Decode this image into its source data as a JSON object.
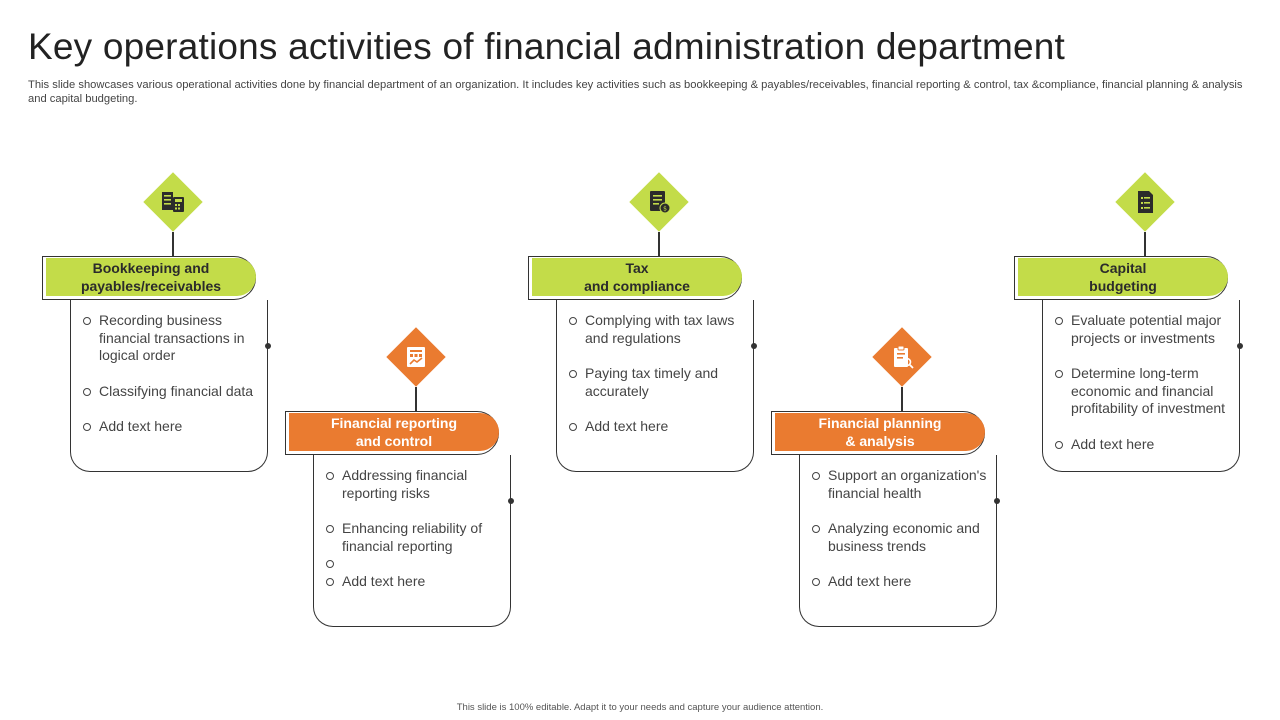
{
  "slide": {
    "title": "Key operations activities of financial administration department",
    "subtitle": "This slide showcases various operational activities done by financial department of an organization. It includes key activities such as  bookkeeping & payables/receivables, financial reporting & control, tax &compliance, financial planning & analysis and capital budgeting.",
    "footer": "This slide is 100% editable.  Adapt it to your needs and capture your audience attention."
  },
  "colors": {
    "green": "#c3dc49",
    "orange": "#ea7b30",
    "outline": "#333333"
  },
  "activities": [
    {
      "heading": "Bookkeeping and\npayables/receivables",
      "icon": "ledger-calculator-icon",
      "color": "green",
      "bullets": [
        "Recording business financial transactions in logical order",
        "Classifying financial data",
        "Add text here"
      ]
    },
    {
      "heading": "Financial reporting\nand control",
      "icon": "financial-report-icon",
      "color": "orange",
      "bullets": [
        "Addressing financial reporting risks",
        "Enhancing reliability of financial reporting",
        "",
        "Add text here"
      ]
    },
    {
      "heading": "Tax\nand compliance",
      "icon": "tax-document-icon",
      "color": "green",
      "bullets": [
        "Complying with tax laws and regulations",
        "Paying tax timely and accurately",
        "Add text here"
      ]
    },
    {
      "heading": "Financial planning\n& analysis",
      "icon": "planning-clipboard-icon",
      "color": "orange",
      "bullets": [
        "Support an organization's financial health",
        "Analyzing economic and business trends",
        "Add text here"
      ]
    },
    {
      "heading": "Capital\nbudgeting",
      "icon": "budget-document-icon",
      "color": "green",
      "bullets": [
        "Evaluate potential major projects or investments",
        "Determine long-term economic and financial profitability of investment",
        "Add text here"
      ]
    }
  ]
}
